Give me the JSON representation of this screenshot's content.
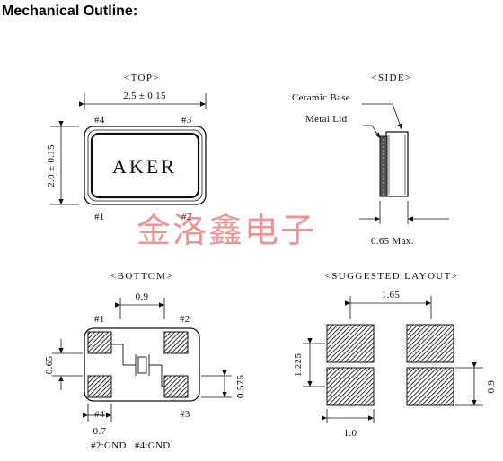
{
  "header": {
    "title": "Mechanical Outline:"
  },
  "views": {
    "top": {
      "title": "<TOP>",
      "width_dim": "2.5 ± 0.15",
      "height_dim": "2.0 ± 0.15",
      "marking": "AKER",
      "pins": [
        "#4",
        "#3",
        "#1",
        "#2"
      ]
    },
    "side": {
      "title": "<SIDE>",
      "callout_base": "Ceramic Base",
      "callout_lid": "Metal Lid",
      "height_dim": "0.65 Max."
    },
    "bottom": {
      "title": "<BOTTOM>",
      "pad_pitch": "0.9",
      "pad_height": "0.65",
      "pad_gap": "0.575",
      "pad_width": "0.7",
      "pins": [
        "#1",
        "#2",
        "#4",
        "#3"
      ],
      "note": "#2:GND   #4:GND"
    },
    "layout": {
      "title": "<SUGGESTED LAYOUT>",
      "pitch_x": "1.65",
      "pitch_y": "1.225",
      "pad_width": "1.0",
      "pad_height": "0.9"
    }
  },
  "watermark": "金洛鑫电子"
}
